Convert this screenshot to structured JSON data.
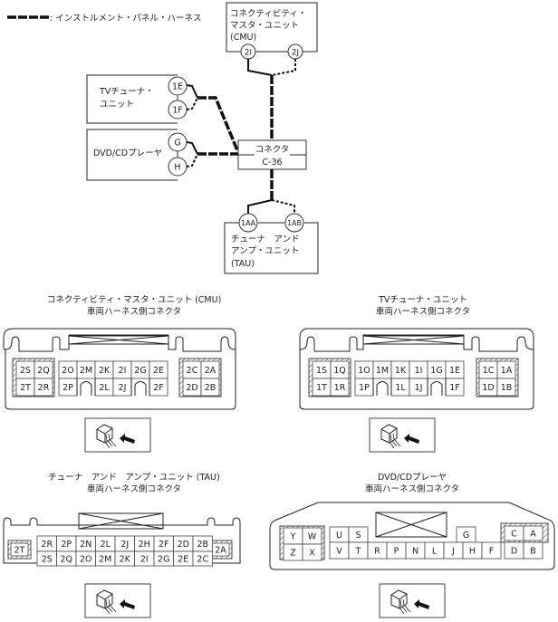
{
  "legend": {
    "label": ": インストルメント・パネル・ハーネス",
    "line_style": "dashed-thick"
  },
  "wiring": {
    "cmu": {
      "name_line1": "コネクティビティ・",
      "name_line2": "マスタ・ユニット",
      "name_line3": "(CMU)",
      "pins": [
        "2I",
        "2J"
      ]
    },
    "tv_tuner": {
      "name_line1": "TVチューナ・",
      "name_line2": "ユニット",
      "pins": [
        "1E",
        "1F"
      ]
    },
    "dvd": {
      "name_line1": "DVD/CDプレーヤ",
      "pins": [
        "G",
        "H"
      ]
    },
    "connector": {
      "name": "コネクタ",
      "code": "C-36"
    },
    "tau": {
      "name_line1": "チューナ　アンド",
      "name_line2": "アンプ・ユニット",
      "name_line3": "(TAU)",
      "pins": [
        "1AA",
        "1AB"
      ]
    }
  },
  "connector_views": [
    {
      "id": "cmu",
      "title_line1": "コネクティビティ・マスタ・ユニット (CMU)",
      "title_line2": "車両ハーネス側コネクタ",
      "left_block": [
        [
          "2S",
          "2Q"
        ],
        [
          "2T",
          "2R"
        ]
      ],
      "middle_top": [
        "2O",
        "2M",
        "2K",
        "2I",
        "2G",
        "2E"
      ],
      "middle_bottom": [
        "2P",
        "",
        "2L",
        "2J",
        "",
        "2F"
      ],
      "right_block": [
        [
          "2C",
          "2A"
        ],
        [
          "2D",
          "2B"
        ]
      ]
    },
    {
      "id": "tv",
      "title_line1": "TVチューナ・ユニット",
      "title_line2": "車両ハーネス側コネクタ",
      "left_block": [
        [
          "1S",
          "1Q"
        ],
        [
          "1T",
          "1R"
        ]
      ],
      "middle_top": [
        "1O",
        "1M",
        "1K",
        "1I",
        "1G",
        "1E"
      ],
      "middle_bottom": [
        "1P",
        "",
        "1L",
        "1J",
        "",
        "1F"
      ],
      "right_block": [
        [
          "1C",
          "1A"
        ],
        [
          "1D",
          "1B"
        ]
      ]
    },
    {
      "id": "tau",
      "title_line1": "チューナ　アンド　アンプ・ユニット (TAU)",
      "title_line2": "車両ハーネス側コネクタ",
      "left_single": "2T",
      "grid_top": [
        "2R",
        "2P",
        "2N",
        "2L",
        "2J",
        "2H",
        "2F",
        "2D",
        "2B"
      ],
      "grid_bottom": [
        "2S",
        "2Q",
        "2O",
        "2M",
        "2K",
        "2I",
        "2G",
        "2E",
        "2C"
      ],
      "right_single": "2A"
    },
    {
      "id": "dvd",
      "title_line1": "DVD/CDプレーヤ",
      "title_line2": "車両ハーネス側コネクタ",
      "left_block": [
        [
          "Y",
          "W"
        ],
        [
          "Z",
          "X"
        ]
      ],
      "top_row_left": [
        "U",
        "S"
      ],
      "top_single": "G",
      "bottom_row": [
        "V",
        "T",
        "R",
        "P",
        "N",
        "L",
        "J",
        "H",
        "F"
      ],
      "right_block_top": [
        "C",
        "A"
      ],
      "right_block_bottom": [
        "D",
        "B"
      ]
    }
  ],
  "view_icon": "harness-side-view-icon"
}
